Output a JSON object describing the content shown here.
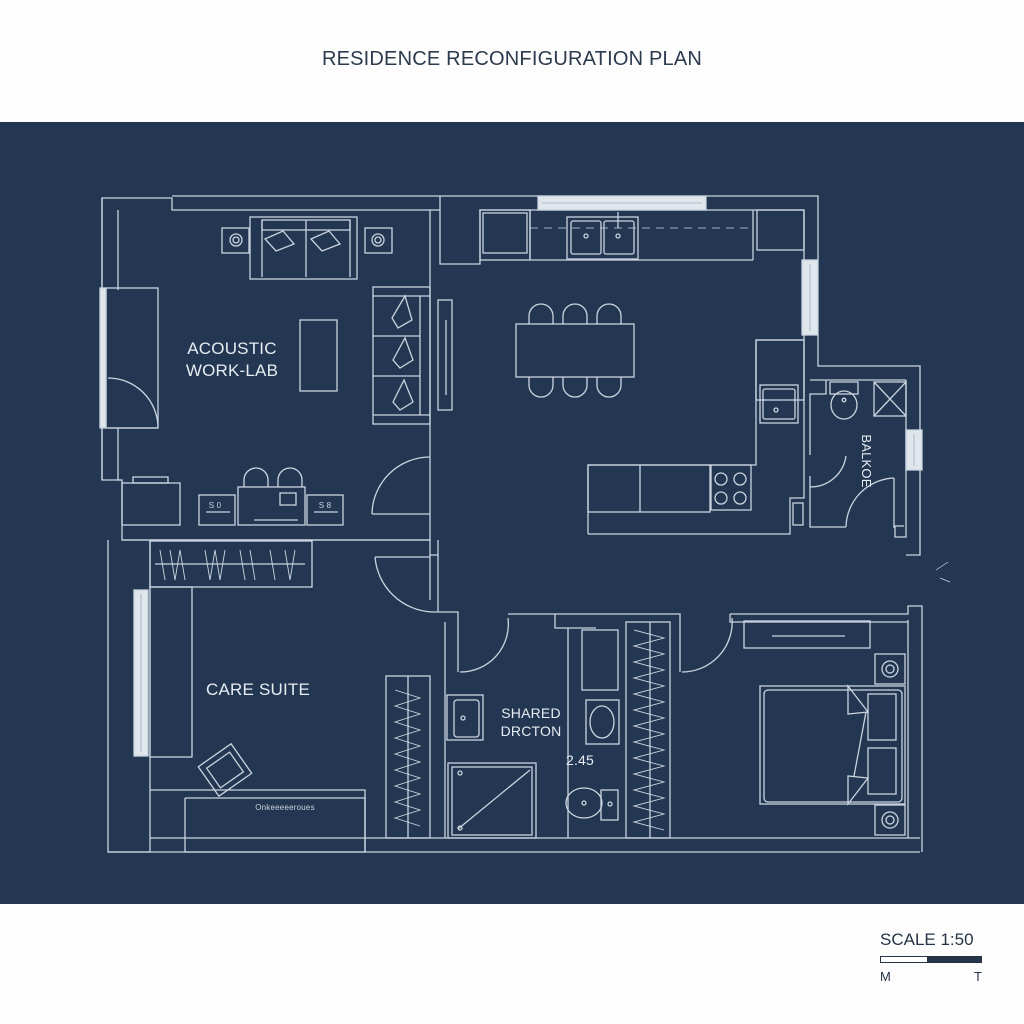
{
  "title": "RESIDENCE RECONFIGURATION PLAN",
  "colors": {
    "background": "#fdfdfd",
    "blueprint": "#243752",
    "linework": "#c9d4df",
    "window_fill": "#dfe6ec",
    "text_dark": "#253447"
  },
  "rooms": [
    {
      "id": "acoustic-work-lab",
      "label_line1": "ACOUSTIC",
      "label_line2": "WORK-LAB"
    },
    {
      "id": "kitchen-dining",
      "label_line1": "",
      "label_line2": ""
    },
    {
      "id": "balcony",
      "label_line1": "BALKOE",
      "label_line2": ""
    },
    {
      "id": "care-suite",
      "label_line1": "CARE SUITE",
      "label_line2": ""
    },
    {
      "id": "shared-bathroom",
      "label_line1": "SHARED",
      "label_line2": "DRCTON",
      "dimension": "2.45"
    },
    {
      "id": "bedroom",
      "label_line1": "",
      "label_line2": ""
    }
  ],
  "annotations": {
    "desk_left_label": "S 0",
    "desk_right_label": "S 8",
    "care_suite_cabinet_label": "Onkeeeeeroues"
  },
  "scale": {
    "label": "SCALE 1:50",
    "left_end": "M",
    "right_end": "T"
  }
}
